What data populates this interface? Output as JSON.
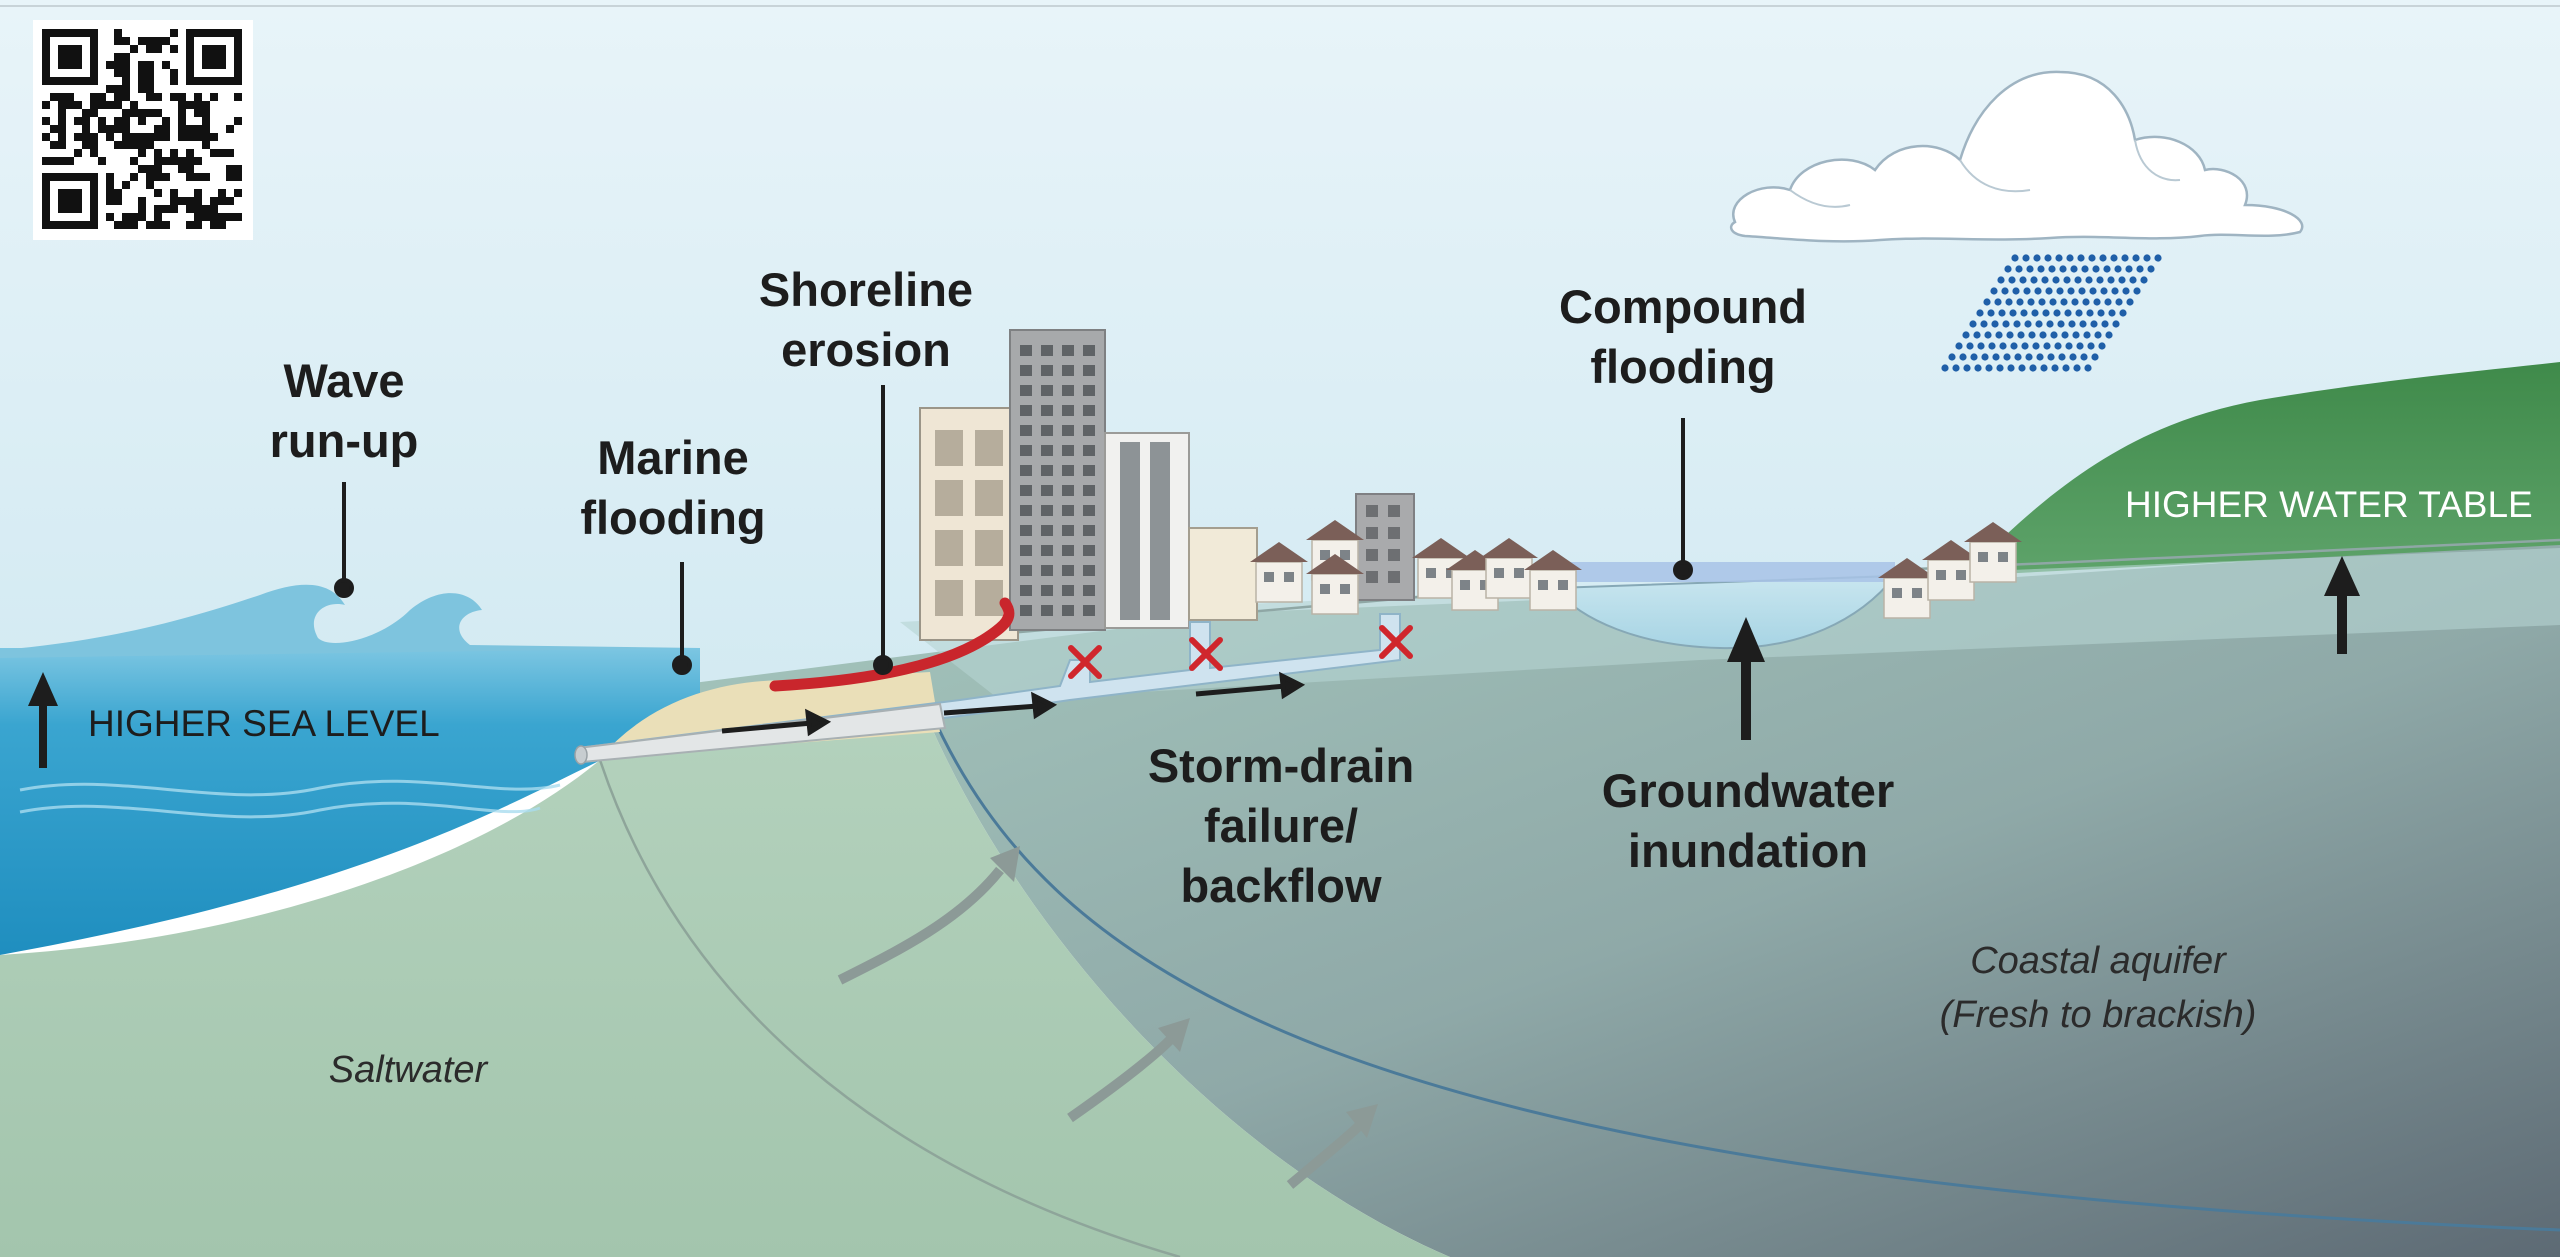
{
  "labels": {
    "wave_runup": [
      "Wave",
      "run-up"
    ],
    "marine_flooding": [
      "Marine",
      "flooding"
    ],
    "shoreline_erosion": [
      "Shoreline",
      "erosion"
    ],
    "compound_flooding": [
      "Compound",
      "flooding"
    ],
    "storm_drain": [
      "Storm-drain",
      "failure/",
      "backflow"
    ],
    "groundwater": [
      "Groundwater",
      "inundation"
    ],
    "higher_sea_level": "HIGHER SEA LEVEL",
    "higher_water_table": "HIGHER WATER TABLE",
    "coastal_aquifer": [
      "Coastal aquifer",
      "(Fresh to brackish)"
    ],
    "saltwater": "Saltwater"
  },
  "icons": {
    "qr": "qr-code",
    "cloud": "rain-cloud-icon",
    "failure_mark": "red-x-icon",
    "arrow": "up-arrow-icon"
  },
  "colors": {
    "sky_top": "#e6f3f8",
    "sky_bottom": "#d6ebf2",
    "ocean": "#3aa3cf",
    "ocean_light": "#86cbe4",
    "saltwater_ground": "#a9c8b4",
    "aquifer_top": "#9dbfba",
    "aquifer_bottom": "#6f7f88",
    "hill": "#3f8b4a",
    "beach": "#e9dcb5",
    "erosion": "#c9262c",
    "failure_x": "#d0262c",
    "rain": "#1f5fa8",
    "label_text": "#1d1d1d"
  }
}
